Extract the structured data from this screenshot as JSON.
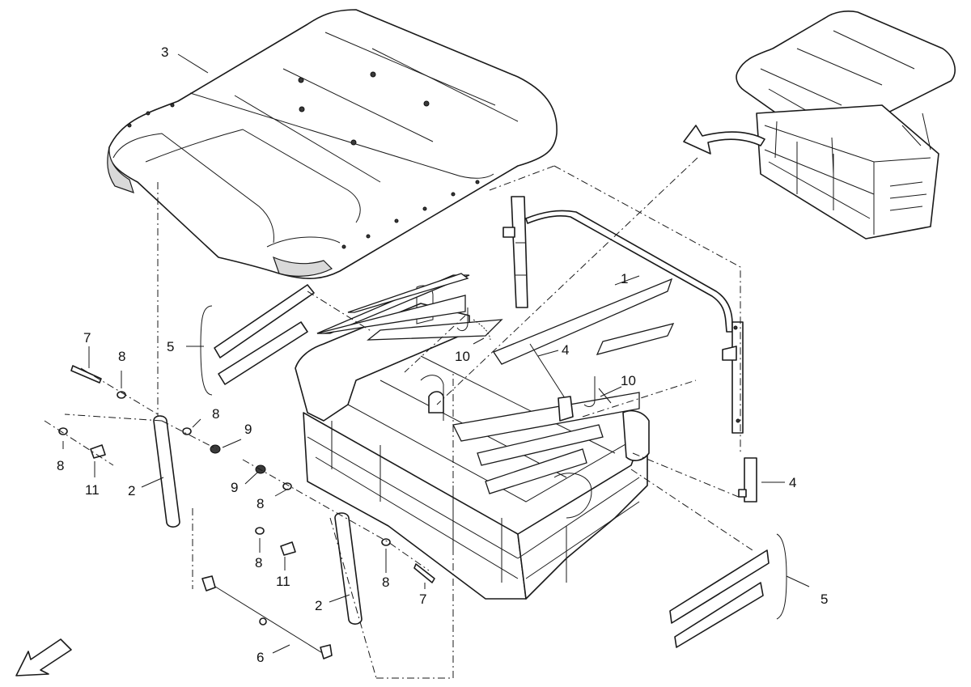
{
  "callouts": [
    {
      "id": "c-3",
      "text": "3"
    },
    {
      "id": "c-1",
      "text": "1"
    },
    {
      "id": "c-4a",
      "text": "4"
    },
    {
      "id": "c-4b",
      "text": "4"
    },
    {
      "id": "c-5a",
      "text": "5"
    },
    {
      "id": "c-5b",
      "text": "5"
    },
    {
      "id": "c-7a",
      "text": "7"
    },
    {
      "id": "c-7b",
      "text": "7"
    },
    {
      "id": "c-8a",
      "text": "8"
    },
    {
      "id": "c-8b",
      "text": "8"
    },
    {
      "id": "c-8c",
      "text": "8"
    },
    {
      "id": "c-8d",
      "text": "8"
    },
    {
      "id": "c-8e",
      "text": "8"
    },
    {
      "id": "c-8f",
      "text": "8"
    },
    {
      "id": "c-9a",
      "text": "9"
    },
    {
      "id": "c-9b",
      "text": "9"
    },
    {
      "id": "c-10a",
      "text": "10"
    },
    {
      "id": "c-10b",
      "text": "10"
    },
    {
      "id": "c-11a",
      "text": "11"
    },
    {
      "id": "c-11b",
      "text": "11"
    },
    {
      "id": "c-2a",
      "text": "2"
    },
    {
      "id": "c-2b",
      "text": "2"
    },
    {
      "id": "c-6",
      "text": "6"
    }
  ]
}
